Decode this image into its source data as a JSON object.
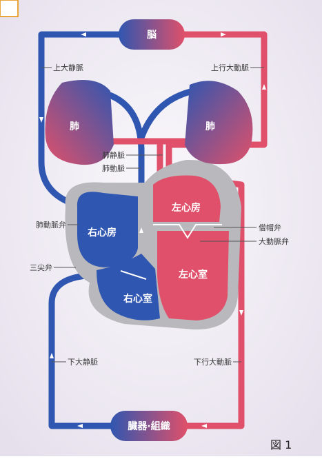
{
  "diagram": {
    "figure_label": "図 1",
    "organs": {
      "brain": "脳",
      "lung_left": "肺",
      "lung_right": "肺",
      "right_atrium": "右心房",
      "right_ventricle": "右心室",
      "left_atrium": "左心房",
      "left_ventricle": "左心室",
      "body_tissues": "臓器·組織"
    },
    "labels": {
      "superior_vena_cava": "上大静脈",
      "ascending_aorta": "上行大動脈",
      "pulmonary_vein": "肺静脈",
      "pulmonary_artery": "肺動脈",
      "pulmonary_valve": "肺動脈弁",
      "mitral_valve": "僧帽弁",
      "aortic_valve": "大動脈弁",
      "tricuspid_valve": "三尖弁",
      "inferior_vena_cava": "下大静脈",
      "descending_aorta": "下行大動脈"
    },
    "colors": {
      "venous": "#2f56b0",
      "arterial": "#e0506a",
      "background": "#f3eef6",
      "heart_outline": "#b9b9bd"
    }
  }
}
